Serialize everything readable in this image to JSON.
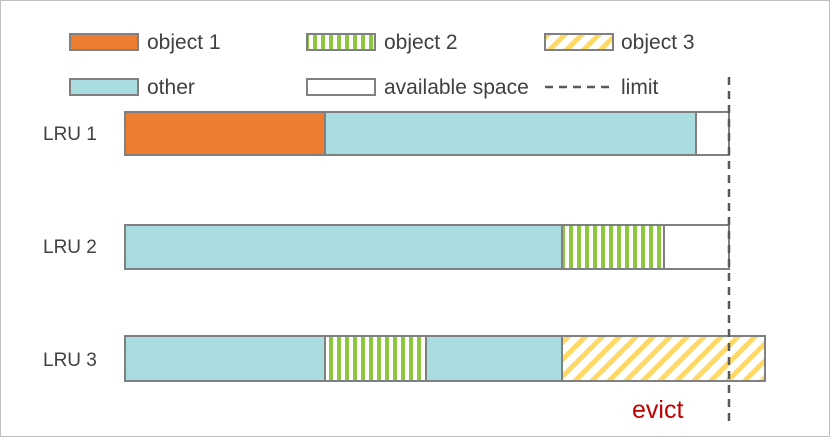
{
  "legend": {
    "object1": "object 1",
    "object2": "object 2",
    "object3": "object 3",
    "other": "other",
    "available": "available space",
    "limit": "limit"
  },
  "colors": {
    "object1": "#ED7D31",
    "other": "#A9DDE0",
    "object2_stripe": "#8DC63F",
    "object3_stripe": "#FFD966",
    "border": "#808080",
    "evict": "#C00000"
  },
  "lrus": [
    {
      "label": "LRU 1",
      "segments": [
        "object 1",
        "other",
        "available space"
      ]
    },
    {
      "label": "LRU 2",
      "segments": [
        "other",
        "object 2",
        "available space"
      ]
    },
    {
      "label": "LRU 3",
      "segments": [
        "other",
        "object 2",
        "other",
        "object 3"
      ]
    }
  ],
  "evict_label": "evict"
}
